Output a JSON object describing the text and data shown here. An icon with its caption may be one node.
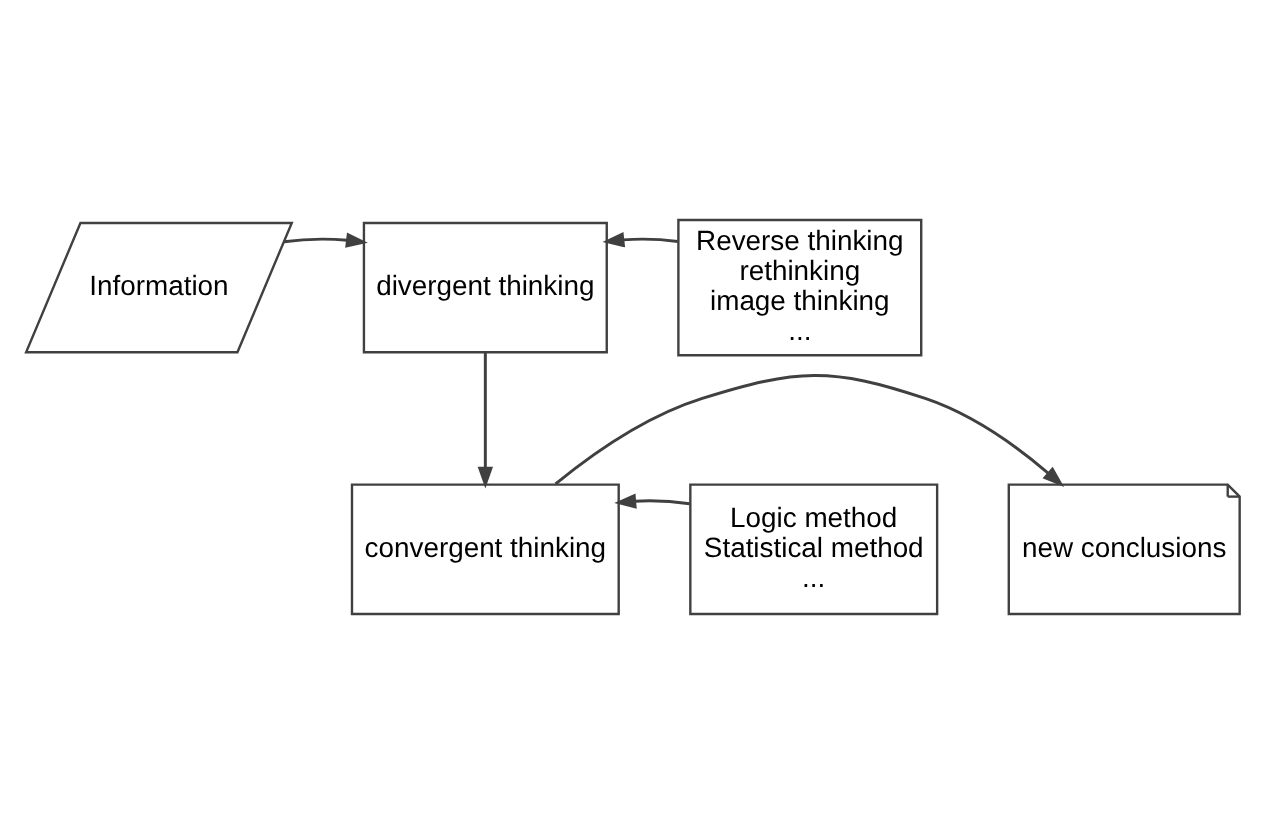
{
  "diagram": {
    "nodes": [
      {
        "text": [
          "Information"
        ]
      },
      {
        "text": [
          "divergent thinking"
        ]
      },
      {
        "text": [
          "Reverse thinking",
          "rethinking",
          "image thinking",
          "..."
        ]
      },
      {
        "text": [
          "new conclusions"
        ]
      },
      {
        "text": [
          "convergent thinking"
        ]
      },
      {
        "text": [
          "Logic method",
          "Statistical method",
          "..."
        ]
      }
    ],
    "edges": [
      {
        "from": 0,
        "to": 1,
        "arrow": "to"
      },
      {
        "from": 2,
        "to": 1,
        "arrow": "to"
      },
      {
        "from": 1,
        "to": 4,
        "arrow": "to"
      },
      {
        "from": 4,
        "to": 3,
        "arrow": "to"
      },
      {
        "from": 5,
        "to": 4,
        "arrow": "to"
      }
    ]
  }
}
